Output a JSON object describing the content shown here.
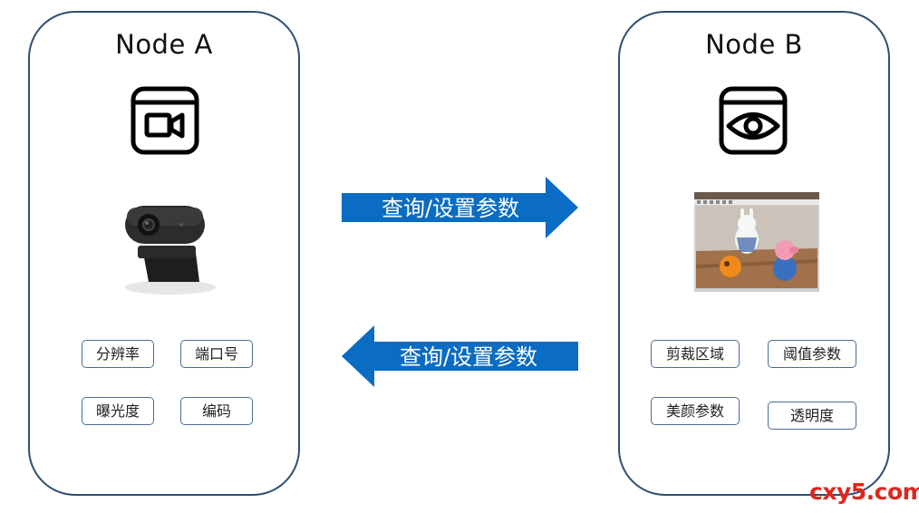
{
  "node_a": {
    "title": "Node A",
    "icon": "video-camera-icon",
    "params": [
      "分辨率",
      "端口号",
      "曝光度",
      "编码"
    ]
  },
  "node_b": {
    "title": "Node B",
    "icon": "eye-icon",
    "params": [
      "剪裁区域",
      "阈值参数",
      "美颜参数",
      "透明度"
    ]
  },
  "arrows": {
    "to_b_label": "查询/设置参数",
    "to_a_label": "查询/设置参数"
  },
  "watermark": "cxy5.com",
  "colors": {
    "border": "#2f4d72",
    "arrow": "#0a6cc2",
    "watermark": "#e0261d"
  }
}
